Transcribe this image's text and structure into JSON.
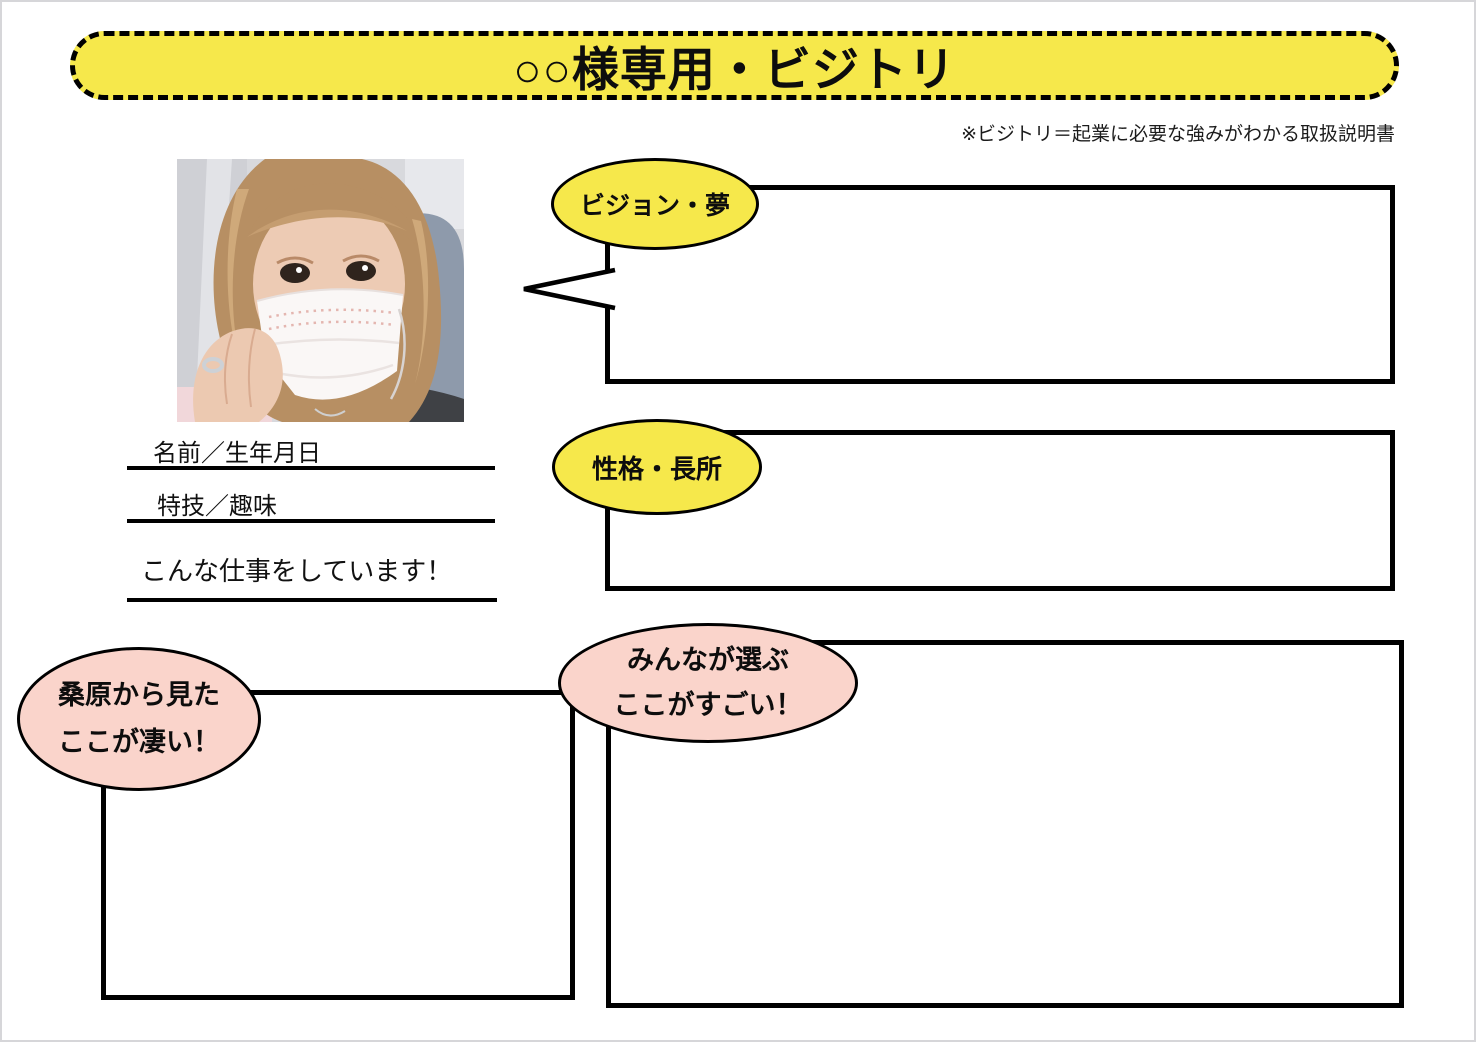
{
  "page": {
    "title": "○○様専用・ビジトリ",
    "note": "※ビジトリ＝起業に必要な強みがわかる取扱説明書"
  },
  "profile": {
    "photo": "portrait-selfie-with-face-mask",
    "fields": [
      {
        "label": "名前／生年月日"
      },
      {
        "label": "特技／趣味"
      },
      {
        "label": "こんな仕事をしています！"
      }
    ]
  },
  "sections": {
    "vision": {
      "label": "ビジョン・夢"
    },
    "personality": {
      "label": "性格・長所"
    },
    "kuwabara": {
      "line1": "桑原から見た",
      "line2": "ここが凄い！"
    },
    "everyone": {
      "line1": "みんなが選ぶ",
      "line2": "ここがすごい！"
    }
  },
  "colors": {
    "banner_yellow": "#f6e84b",
    "bubble_yellow": "#f6e84b",
    "bubble_pink": "#fad4cb",
    "line_black": "#000000",
    "page_border_gray": "#d6d6d9"
  }
}
